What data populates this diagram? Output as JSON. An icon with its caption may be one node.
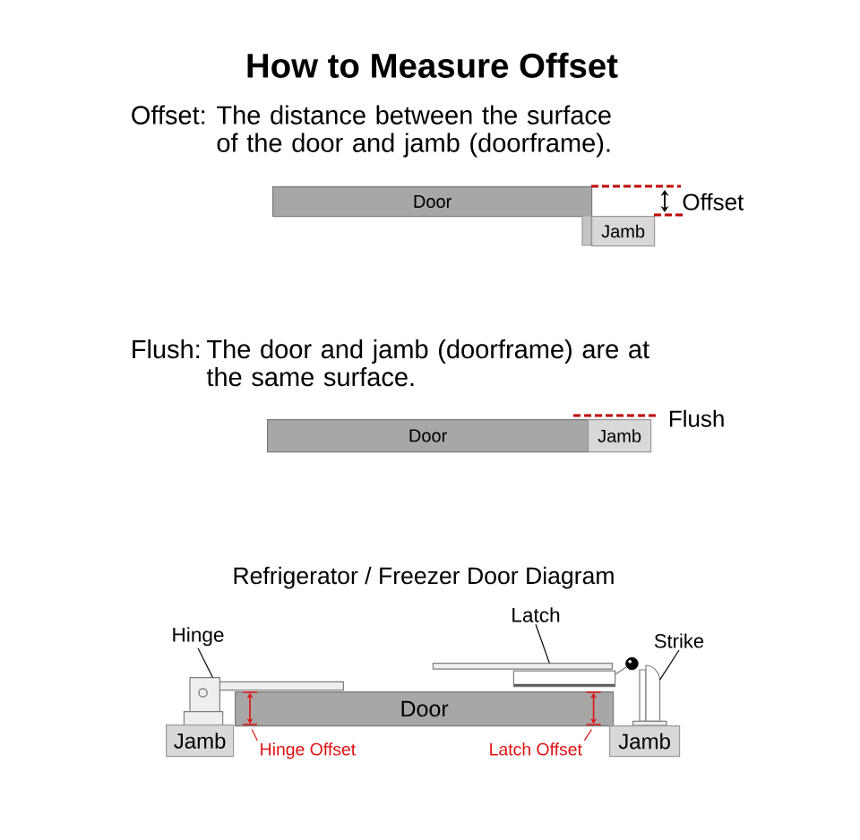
{
  "diagram": {
    "title": "How to Measure Offset",
    "nodes": [
      {
        "text": [
          "Door"
        ]
      },
      {
        "text": [
          "Jamb"
        ]
      },
      {
        "text": [
          "Door"
        ]
      },
      {
        "text": [
          "Jamb"
        ]
      },
      {
        "text": [
          "Latch"
        ]
      },
      {
        "text": [
          "Hinge"
        ]
      },
      {
        "text": [
          "Strike"
        ]
      },
      {
        "text": [],
        "shape": "picture"
      },
      {
        "text": [],
        "shape": "picture"
      },
      {
        "text": [],
        "shape": "picture"
      },
      {
        "text": [
          "Jamb"
        ]
      },
      {
        "text": [
          "Door"
        ]
      },
      {
        "text": [
          "Jamb"
        ]
      },
      {
        "text": [
          "Hinge Offset"
        ]
      },
      {
        "text": [
          "Latch Offset"
        ]
      }
    ],
    "edges": [
      {
        "from": 5,
        "to": 7,
        "arrow": "none"
      },
      {
        "from": 4,
        "to": 8,
        "arrow": "none"
      },
      {
        "from": 6,
        "to": 9,
        "arrow": "none"
      },
      {
        "from": 13,
        "to": null,
        "arrow": "none",
        "color": "#e01010"
      },
      {
        "from": 14,
        "to": null,
        "arrow": "none",
        "color": "#e01010"
      }
    ],
    "labels": [
      "Offset:",
      "The distance between the surface of the door and jamb (doorframe).",
      "Offset",
      "Flush:",
      "The door and jamb (doorframe) are at the same surface.",
      "Flush",
      "Refrigerator / Freezer Door Diagram"
    ]
  }
}
